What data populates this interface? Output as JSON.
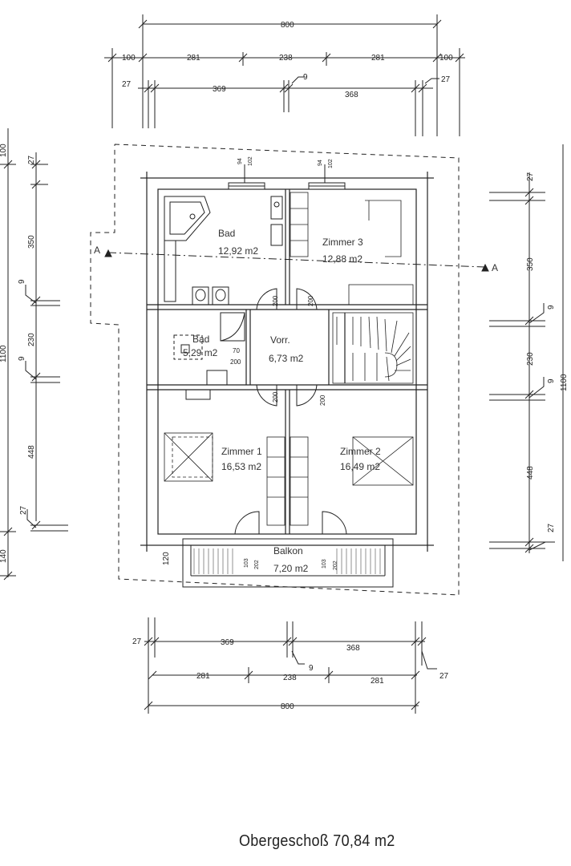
{
  "title": "Obergeschoß 70,84 m2",
  "section_marker": "A",
  "rooms": [
    {
      "name": "Bad",
      "area": "12,92 m2"
    },
    {
      "name": "Zimmer 3",
      "area": "12,88 m2"
    },
    {
      "name": "Bad",
      "area": "5,29 m2"
    },
    {
      "name": "Vorr.",
      "area": "6,73 m2"
    },
    {
      "name": "Zimmer 1",
      "area": "16,53 m2"
    },
    {
      "name": "Zimmer 2",
      "area": "16,49 m2"
    },
    {
      "name": "Balkon",
      "area": "7,20 m2"
    }
  ],
  "dims": {
    "top_total": "800",
    "top_row2": [
      "100",
      "281",
      "238",
      "281",
      "100"
    ],
    "top_row3": [
      "27",
      "369",
      "9",
      "368",
      "27"
    ],
    "bottom_row1": [
      "27",
      "369",
      "368"
    ],
    "bottom_row1_mid": "9",
    "bottom_row1_end": "27",
    "bottom_row2": [
      "281",
      "238",
      "281"
    ],
    "bottom_total": "800",
    "left_chain": [
      "100",
      "27",
      "350",
      "9",
      "230",
      "9",
      "448",
      "27",
      "140"
    ],
    "left_total": "1100",
    "left_balcony": "120",
    "right_chain": [
      "27",
      "350",
      "9",
      "230",
      "9",
      "448",
      "27"
    ],
    "right_total": "1100"
  },
  "openings": {
    "window_top": [
      "94",
      "102",
      "94",
      "102"
    ],
    "door_200": "200",
    "small_door": [
      "70",
      "200"
    ],
    "balcony_doors": [
      "103",
      "202",
      "103",
      "202"
    ]
  }
}
